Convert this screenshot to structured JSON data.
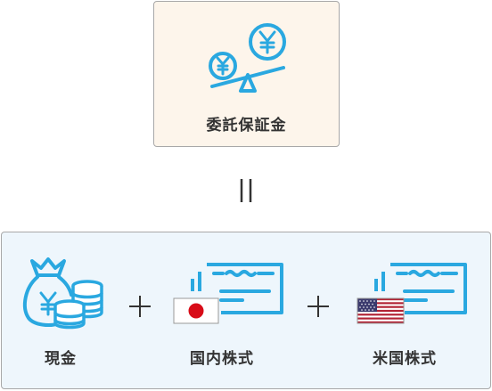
{
  "margin_deposit": {
    "label": "委託保証金"
  },
  "components": [
    {
      "label": "現金"
    },
    {
      "label": "国内株式"
    },
    {
      "label": "米国株式"
    }
  ],
  "colors": {
    "accent": "#2aa8e0",
    "card_bg": "#fdf5eb",
    "panel_bg": "#eef6fc"
  }
}
